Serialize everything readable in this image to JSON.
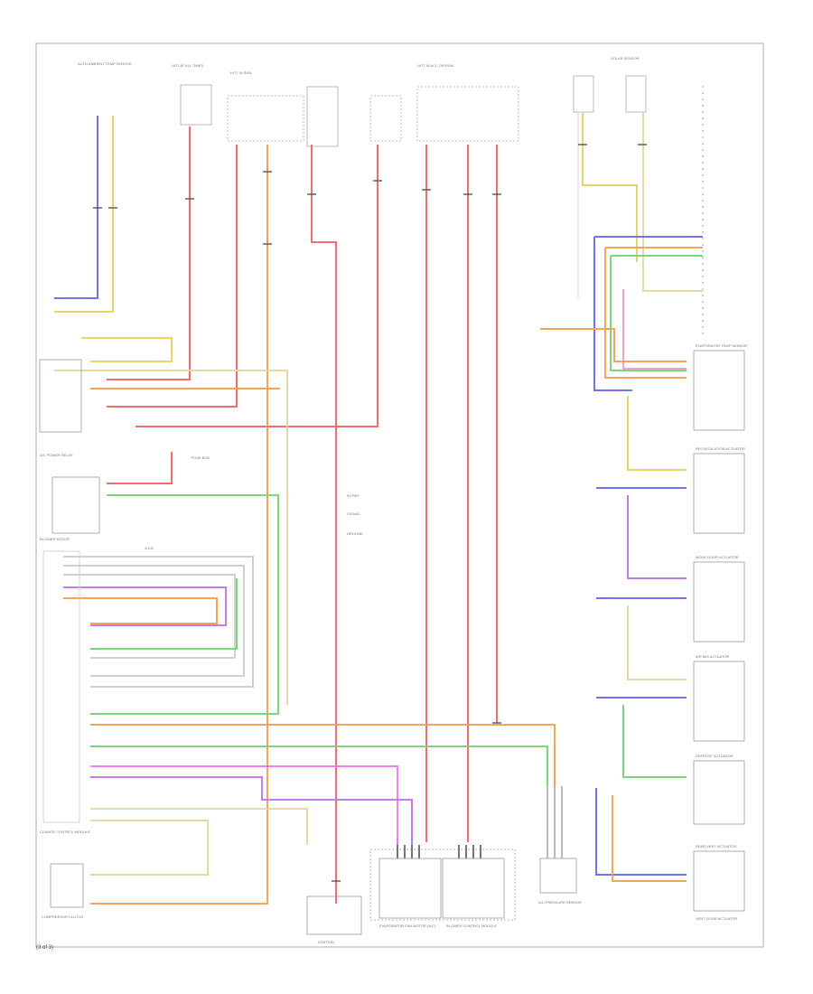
{
  "diagram": {
    "footer_code": "(3 of 3)",
    "frame_color": "#bbbbbb",
    "wire_colors": {
      "red": "#f26d6d",
      "orange": "#f5a45a",
      "yellow": "#e9d36a",
      "green": "#7cd67c",
      "blue": "#6f73f2",
      "violet": "#c27ee6",
      "pink": "#f07ef0",
      "gray": "#c6c6c6",
      "tan": "#e6d9a6",
      "black": "#444444"
    },
    "components": {
      "climate_control": "CLIMATE CONTROL MODULE",
      "sensor_left": "AUTO AMBIENT TEMP SENSOR",
      "sensor_right": "SOLAR SENSOR",
      "power_relay": "A/C POWER RELAY",
      "blower_motor": "BLOWER MOTOR",
      "evap_temp": "EVAPORATOR TEMP SENSOR",
      "recirc_motor": "RECIRCULATION ACTUATOR",
      "mode_motor": "MODE DOOR ACTUATOR",
      "blend_motor": "AIR MIX ACTUATOR",
      "defrost_motor": "DEFROST ACTUATOR",
      "rear_motor": "REAR VENT ACTUATOR",
      "vent_motor": "VENT DOOR ACTUATOR",
      "ground_left": "G102",
      "bottom_left": "COMPRESSOR CLUTCH",
      "bottom_mid": "IGNITION",
      "bottom_act1": "EVAPORATOR FAN MOTOR (A/C)",
      "bottom_act2": "BLOWER CONTROL MODULE",
      "bottom_right": "A/C PRESSURE SENSOR"
    },
    "fuse_labels": [
      "HOT AT ALL TIMES",
      "HOT IN RUN",
      "HOT IN ACC OR RUN",
      "FUSE BOX"
    ],
    "legend_lines": [
      "5V REF",
      "SIGNAL",
      "GROUND"
    ]
  }
}
